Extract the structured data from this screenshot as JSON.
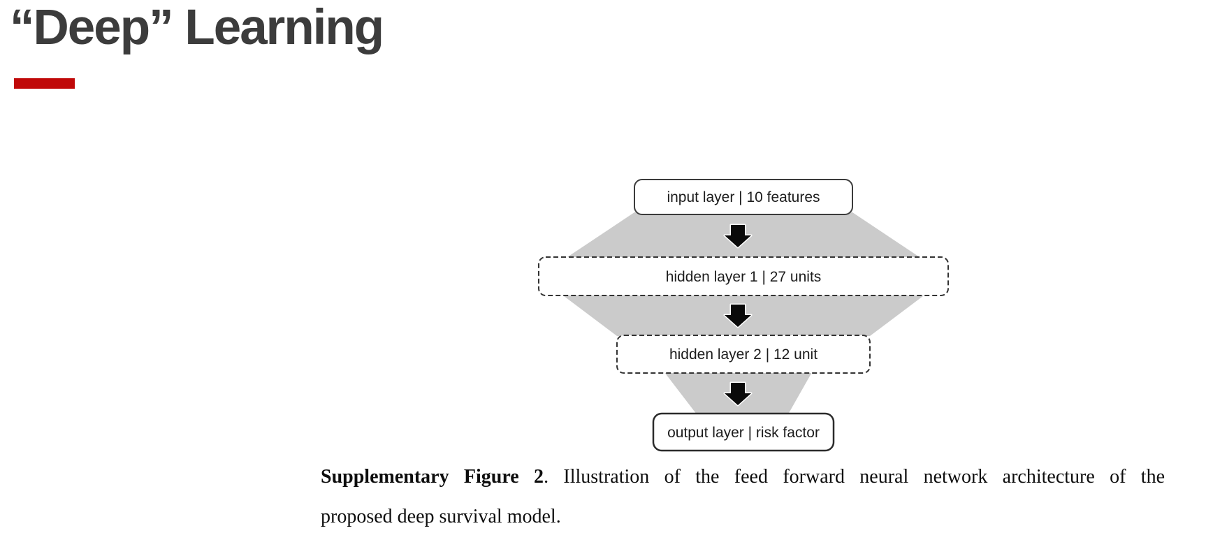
{
  "slide": {
    "title": "“Deep” Learning",
    "title_color": "#3c3c3c",
    "accent_bar_color": "#c00808"
  },
  "figure": {
    "nodes": [
      {
        "id": "input",
        "label": "input layer | 10 features",
        "border": "solid"
      },
      {
        "id": "hidden1",
        "label": "hidden layer 1 | 27 units",
        "border": "dashed"
      },
      {
        "id": "hidden2",
        "label": "hidden layer 2 | 12 unit",
        "border": "dashed"
      },
      {
        "id": "output",
        "label": "output layer | risk factor",
        "border": "solid"
      }
    ],
    "connector_color": "#cbcbcb",
    "arrow_color": "#0a0a0a"
  },
  "caption": {
    "bold_label": "Supplementary Figure 2",
    "line1_rest": ". Illustration of the feed forward neural network architecture of the",
    "line2": "proposed deep survival model."
  }
}
